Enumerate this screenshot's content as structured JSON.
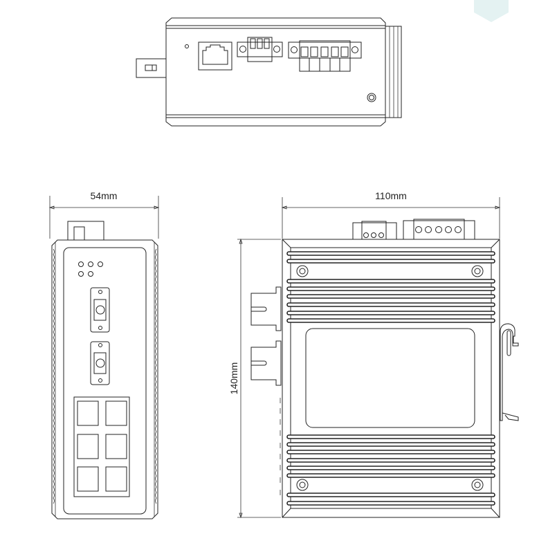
{
  "dimensions": {
    "width": "54mm",
    "depth": "110mm",
    "height": "140mm"
  },
  "colors": {
    "line": "#222222",
    "accent_hex": "#e4f2f2"
  }
}
